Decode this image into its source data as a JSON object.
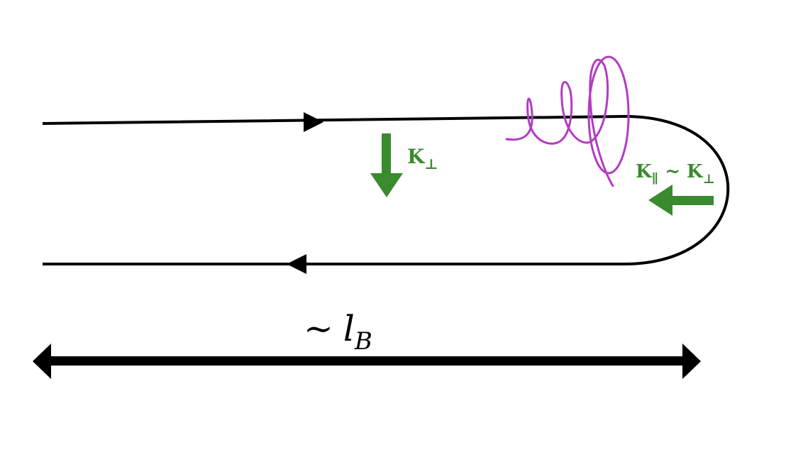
{
  "colors": {
    "field_line": "#000000",
    "force_arrow": "#3a8a2e",
    "particle_path": "#b23cc2",
    "scale_arrow": "#000000"
  },
  "labels": {
    "k_perp": {
      "main": "K",
      "sub": "⊥"
    },
    "k_parallel_relation": {
      "main1": "K",
      "sub1": "∥",
      "relation": " ~ ",
      "main2": "K",
      "sub2": "⊥"
    },
    "length_scale": {
      "tilde": "~",
      "symbol": "l",
      "sub": "B"
    }
  }
}
